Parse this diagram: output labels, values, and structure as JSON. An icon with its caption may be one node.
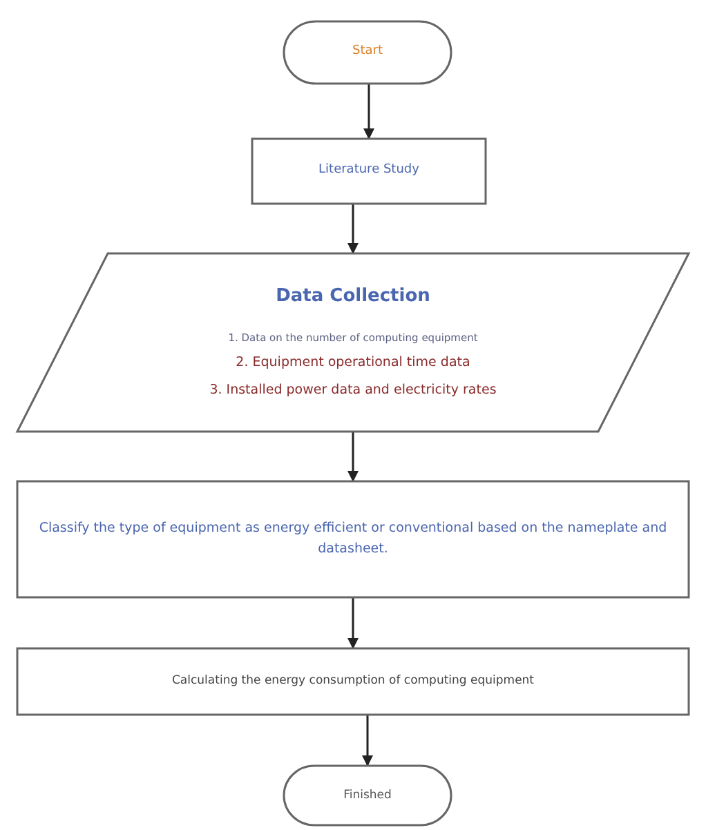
{
  "diagram": {
    "nodes": [
      {
        "text": [
          "Start"
        ]
      },
      {
        "text": [
          "Literature Study"
        ]
      },
      {
        "text": [
          "Data Collection",
          "1. Data on the number of computing equipment",
          "2. Equipment operational time data",
          "3. Installed power data and electricity rates"
        ]
      },
      {
        "text": [
          "Classify the type of equipment as energy efficient or conventional based on the nameplate and datasheet."
        ]
      },
      {
        "text": [
          "Calculating the energy consumption of computing equipment"
        ]
      },
      {
        "text": [
          "Finished"
        ]
      }
    ],
    "edges": [
      {
        "from": 0,
        "to": 1,
        "arrow": "to"
      },
      {
        "from": 1,
        "to": 2,
        "arrow": "to"
      },
      {
        "from": 2,
        "to": 3,
        "arrow": "to"
      },
      {
        "from": 3,
        "to": 4,
        "arrow": "to"
      },
      {
        "from": 4,
        "to": 5,
        "arrow": "to"
      }
    ]
  }
}
